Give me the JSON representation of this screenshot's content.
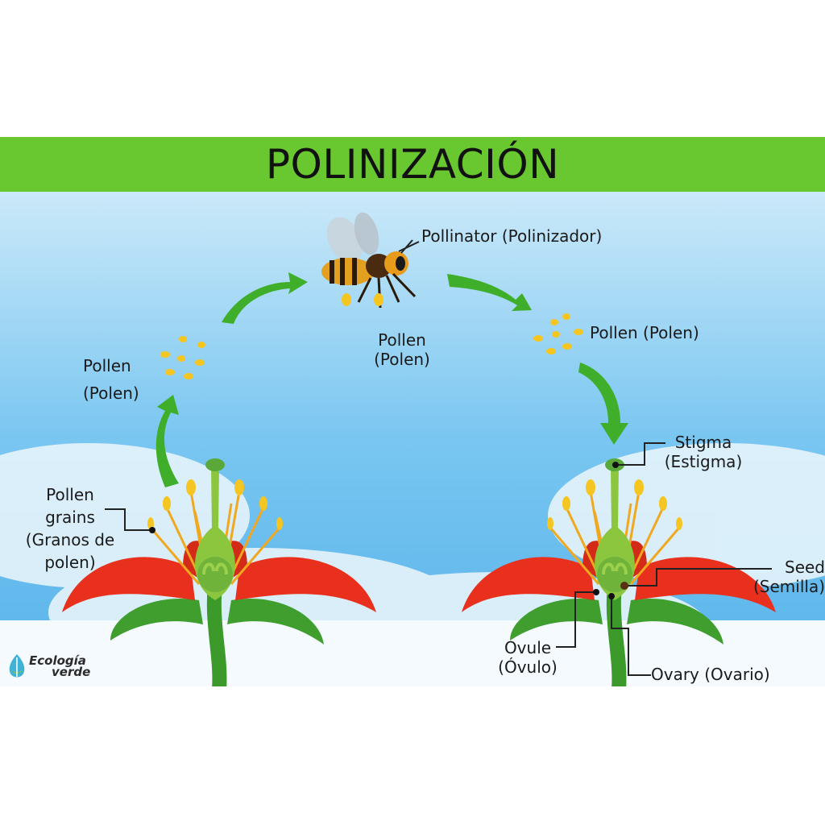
{
  "title": "POLINIZACIÓN",
  "labels": {
    "pollinator": "Pollinator (Polinizador)",
    "pollen_center_1": "Pollen",
    "pollen_center_2": "(Polen)",
    "pollen_left_1": "Pollen",
    "pollen_left_2": "(Polen)",
    "pollen_right": "Pollen (Polen)",
    "pollen_grains_1": "Pollen",
    "pollen_grains_2": "grains",
    "pollen_grains_3": "(Granos de",
    "pollen_grains_4": "polen)",
    "stigma_1": "Stigma",
    "stigma_2": "(Estigma)",
    "seed_1": "Seed",
    "seed_2": "(Semilla)",
    "ovule_1": "Ovule",
    "ovule_2": "(Óvulo)",
    "ovary": "Ovary (Ovario)"
  },
  "logo": {
    "line1": "Ecología",
    "line2": "verde"
  },
  "colors": {
    "banner": "#69c72f",
    "sky_top": "#bfe3f7",
    "sky_bottom": "#5fb8ee",
    "petal": "#e8301c",
    "arrow": "#3fae2a"
  }
}
